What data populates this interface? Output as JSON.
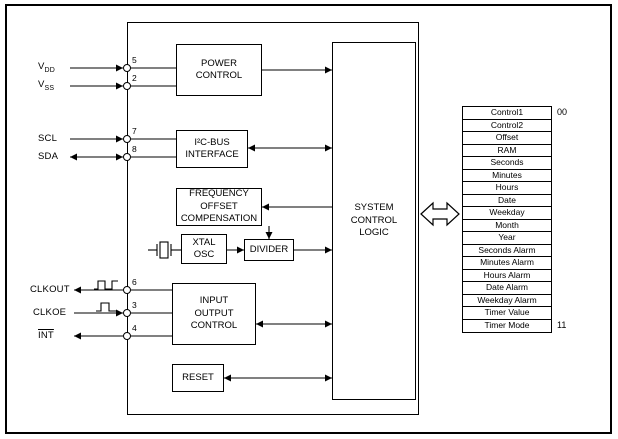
{
  "pins": {
    "vdd": {
      "base": "V",
      "sub": "DD",
      "number": "5"
    },
    "vss": {
      "base": "V",
      "sub": "SS",
      "number": "2"
    },
    "scl": {
      "label": "SCL",
      "number": "7"
    },
    "sda": {
      "label": "SDA",
      "number": "8"
    },
    "clkout": {
      "label": "CLKOUT",
      "number": "6"
    },
    "clkoe": {
      "label": "CLKOE",
      "number": "3"
    },
    "int": {
      "label": "INT",
      "number": "4"
    }
  },
  "blocks": {
    "power_control": "POWER\nCONTROL",
    "i2c_interface": "I²C-BUS\nINTERFACE",
    "freq_offset_comp": "FREQUENCY\nOFFSET\nCOMPENSATION",
    "xtal_osc": "XTAL\nOSC",
    "divider": "DIVIDER",
    "input_output_control": "INPUT\nOUTPUT\nCONTROL",
    "reset": "RESET",
    "system_control_logic": "SYSTEM\nCONTROL\nLOGIC"
  },
  "registers": {
    "start_address": "00",
    "end_address": "11",
    "rows": [
      "Control1",
      "Control2",
      "Offset",
      "RAM",
      "Seconds",
      "Minutes",
      "Hours",
      "Date",
      "Weekday",
      "Month",
      "Year",
      "Seconds Alarm",
      "Minutes Alarm",
      "Hours Alarm",
      "Date Alarm",
      "Weekday Alarm",
      "Timer Value",
      "Timer Mode"
    ]
  },
  "colors": {
    "line": "#000000",
    "background": "#ffffff"
  }
}
